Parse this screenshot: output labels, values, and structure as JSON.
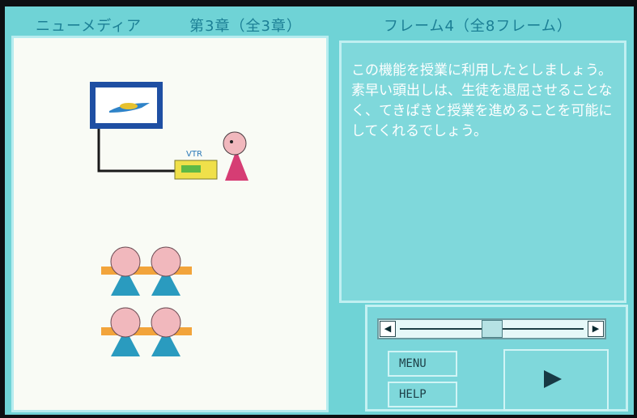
{
  "title_bar": {
    "app_title": "ニューメディア",
    "chapter": "第3章（全3章）",
    "frame": "フレーム4（全8フレーム）"
  },
  "illustration": {
    "vtr_label": "VTR",
    "icons": [
      "monitor-airplane-icon",
      "vtr-deck-icon",
      "teacher-icon",
      "students-icon"
    ]
  },
  "text_panel": {
    "body": "この機能を授業に利用したとしましょう。素早い頭出しは、生徒を退屈させることなく、てきぱきと授業を進めることを可能にしてくれるでしょう。"
  },
  "controls": {
    "menu_label": "MENU",
    "help_label": "HELP",
    "slider_position": 0.5,
    "play_icon": "play-icon"
  },
  "colors": {
    "screen_bg": "#6fd3d6",
    "title_text": "#1c7f95",
    "panel_text": "#ffffff",
    "illustration_bg": "#f9fbf5"
  }
}
